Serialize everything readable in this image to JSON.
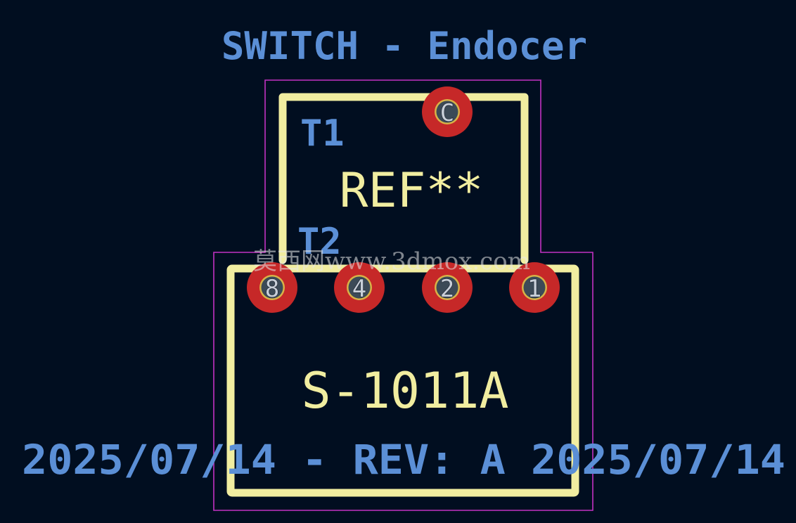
{
  "title": "SWITCH - Endocer",
  "reference": "REF**",
  "value": "S-1011A",
  "pin_group_labels": [
    "T1",
    "T2"
  ],
  "pads": [
    "C",
    "8",
    "4",
    "2",
    "1"
  ],
  "footer": "2025/07/14 - REV: A 2025/07/14",
  "watermark": "莫西网www.3dmox.com",
  "colors": {
    "background": "#010e20",
    "silkscreen": "#f1eda0",
    "courtyard": "#c332c3",
    "pad": "#c62828",
    "text_blue": "#5b8fd6"
  }
}
